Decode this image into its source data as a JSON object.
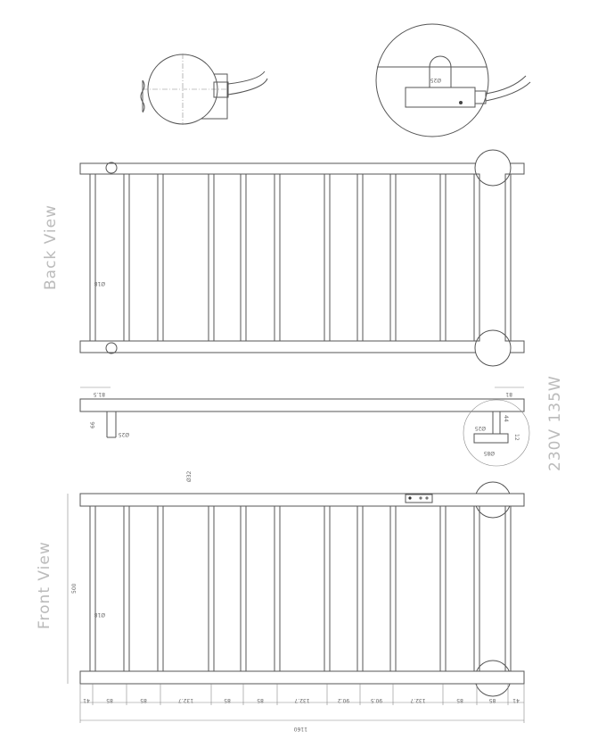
{
  "labels": {
    "back_view": "Back View",
    "front_view": "Front View",
    "rating": "230V 135W"
  },
  "dimensions": {
    "bar_spacings": [
      "41",
      "85",
      "85",
      "132.7",
      "85",
      "85",
      "132.7",
      "90.2",
      "90.5",
      "132.7",
      "85",
      "85",
      "41"
    ],
    "overall_width": "1160",
    "overall_height": "500",
    "bar_diameter": "Ø18",
    "rail_diameter": "Ø32",
    "left_offset": "81.5",
    "right_offset": "81",
    "bracket_depth": "66",
    "bracket_diameter": "Ø25",
    "element_height": "44",
    "element_diameter": "Ø25",
    "flange_diameter": "Ø85",
    "flange_thickness": "12",
    "detail_diameter": "Ø25"
  }
}
